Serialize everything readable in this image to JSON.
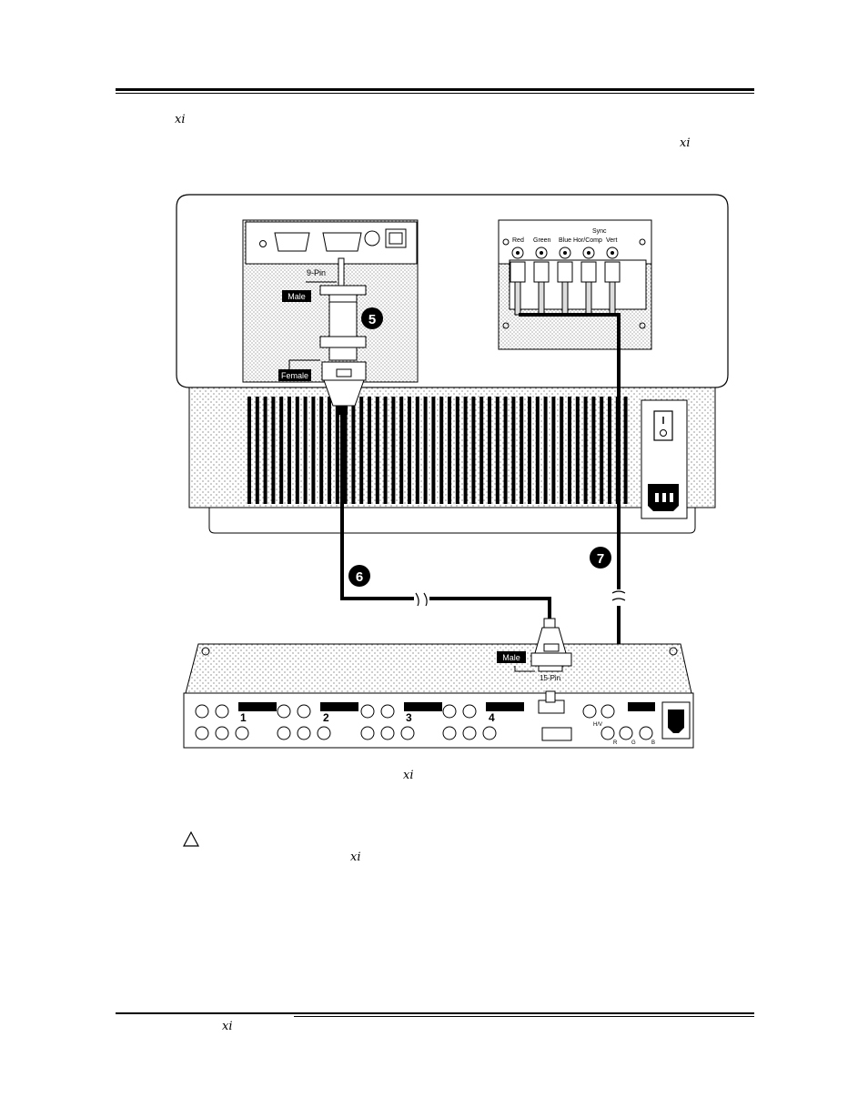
{
  "page": {
    "marks": {
      "top_left": "xi",
      "top_right": "xi",
      "caption": "xi",
      "warning": "xi",
      "footer": "xi"
    }
  },
  "diagram": {
    "connectors": {
      "pin9": "9-Pin",
      "male_top": "Male",
      "female": "Female",
      "male_bottom": "Male",
      "pin15": "15-Pin"
    },
    "rgb_panel": {
      "red": "Red",
      "green": "Green",
      "blue": "Blue",
      "hor_comp": "Hor/Comp",
      "vert": "Vert",
      "sync": "Sync"
    },
    "callouts": {
      "c5": "5",
      "c6": "6",
      "c7": "7"
    },
    "inputs": [
      "1",
      "2",
      "3",
      "4"
    ],
    "rgb_out": {
      "hv": "H/V",
      "r": "R",
      "g": "G",
      "b": "B"
    },
    "icons": [
      "warning-triangle-icon",
      "power-switch-icon",
      "power-inlet-icon"
    ]
  }
}
